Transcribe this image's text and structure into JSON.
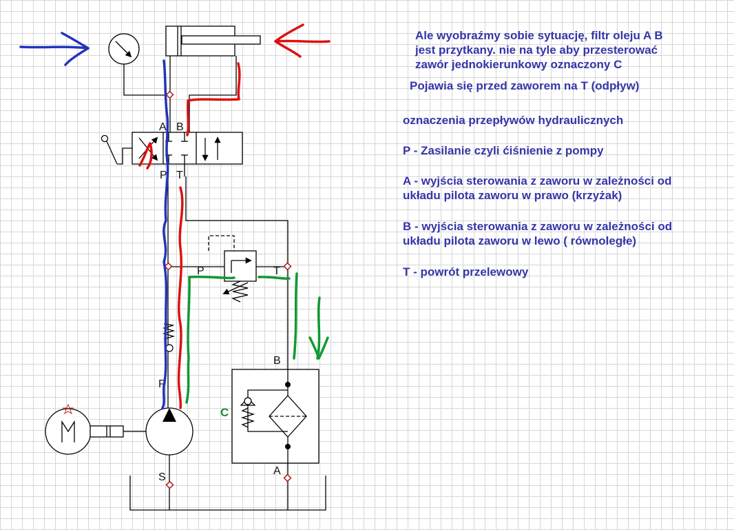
{
  "diagram": {
    "port_labels": {
      "valve_a": "A",
      "valve_b": "B",
      "valve_p": "P",
      "valve_t": "T",
      "relief_p": "P",
      "relief_t": "T",
      "filter_b": "B",
      "filter_a": "A",
      "pump_p": "P",
      "pump_s": "S",
      "check_valve_c": "C"
    },
    "colors": {
      "blue_annotation": "#2233bb",
      "red_annotation": "#dd1111",
      "green_annotation": "#119933",
      "text_blue": "#3535a8",
      "text_green": "#1e8a3c",
      "node_marker": "#b01818",
      "star_marker": "#cc2222",
      "line": "#000000"
    }
  },
  "notes": {
    "intro_lines": [
      "Ale wyobraźmy sobie sytuację, filtr oleju A B",
      "jest przytkany. nie na tyle aby przesterować",
      "zawór jednokierunkowy oznaczony C"
    ],
    "intro_line4": "Pojawia się przed zaworem na T (odpływ)",
    "legend_title": "oznaczenia przepływów hydraulicznych",
    "legend_p": "P - Zasilanie czyli ćiśnienie z pompy",
    "legend_a_lines": [
      "A - wyjścia sterowania z zaworu w zależności od",
      "układu pilota zaworu w prawo (krzyżak)"
    ],
    "legend_b_lines": [
      "B - wyjścia sterowania z zaworu w zależności od",
      "układu pilota zaworu w lewo ( równoległe)"
    ],
    "legend_t": "T - powrót przelewowy"
  }
}
